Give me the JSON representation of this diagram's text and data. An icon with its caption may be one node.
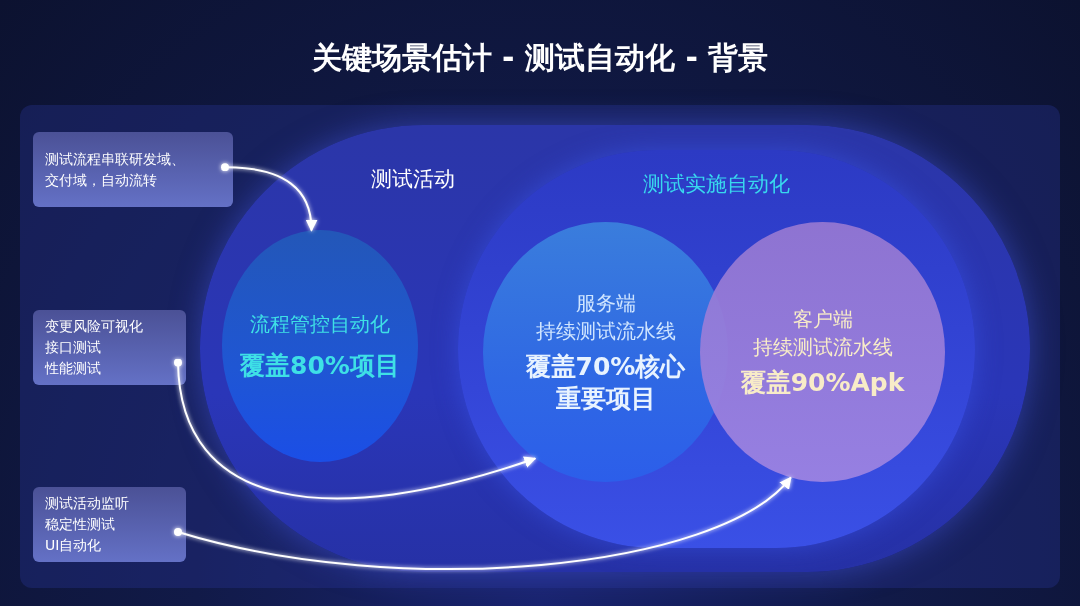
{
  "diagram": {
    "title": "关键场景估计 - 测试自动化 - 背景",
    "nodes": [
      {
        "text": [
          "测试活动"
        ]
      },
      {
        "text": [
          "测试实施自动化"
        ],
        "in": 0
      },
      {
        "text": [
          "流程管控自动化",
          "覆盖80%项目"
        ],
        "in": 0
      },
      {
        "text": [
          "服务端",
          "持续测试流水线",
          "覆盖70%核心重要项目"
        ],
        "in": 1
      },
      {
        "text": [
          "客户端",
          "持续测试流水线",
          "覆盖90%Apk"
        ],
        "in": 1
      },
      {
        "text": [
          "测试流程串联研发域、交付域，自动流转"
        ]
      },
      {
        "text": [
          "变更风险可视化",
          "接口测试",
          "性能测试"
        ]
      },
      {
        "text": [
          "测试活动监听",
          "稳定性测试",
          "UI自动化"
        ]
      }
    ],
    "edges": [
      {
        "from": 5,
        "to": 2,
        "arrow": "to"
      },
      {
        "from": 6,
        "to": 3,
        "arrow": "to"
      },
      {
        "from": 7,
        "to": 4,
        "arrow": "to"
      }
    ]
  }
}
